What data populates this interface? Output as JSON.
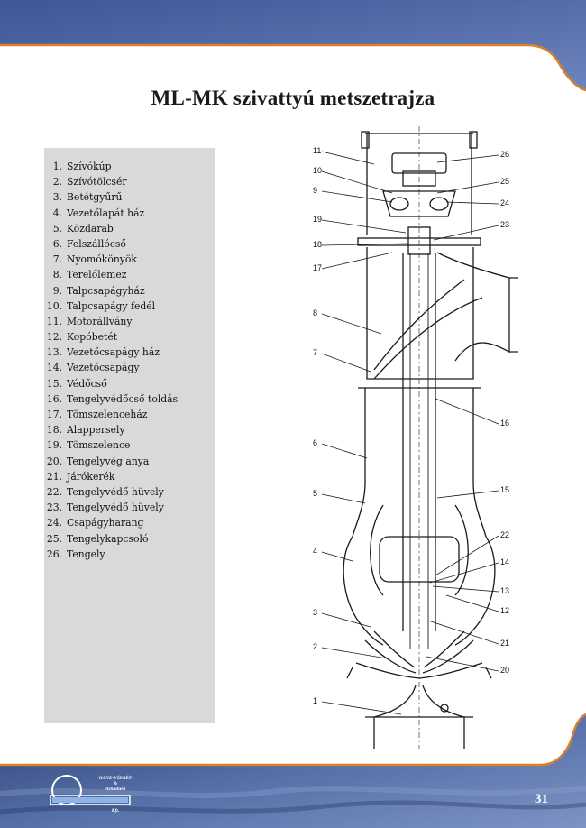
{
  "title": "ML-MK szivattyú metszetrajza",
  "parts": [
    {
      "num": "1.",
      "label": "Szívókúp"
    },
    {
      "num": "2.",
      "label": "Szívótölcsér"
    },
    {
      "num": "3.",
      "label": "Betétgyűrű"
    },
    {
      "num": "4.",
      "label": "Vezetőlapát ház"
    },
    {
      "num": "5.",
      "label": "Közdarab"
    },
    {
      "num": "6.",
      "label": "Felszállócső"
    },
    {
      "num": "7.",
      "label": "Nyomókönyök"
    },
    {
      "num": "8.",
      "label": "Terelőlemez"
    },
    {
      "num": "9.",
      "label": "Talpcsapágyház"
    },
    {
      "num": "10.",
      "label": "Talpcsapágy fedél"
    },
    {
      "num": "11.",
      "label": "Motorállvány"
    },
    {
      "num": "12.",
      "label": "Kopóbetét"
    },
    {
      "num": "13.",
      "label": "Vezetőcsapágy ház"
    },
    {
      "num": "14.",
      "label": "Vezetőcsapágy"
    },
    {
      "num": "15.",
      "label": "Védőcső"
    },
    {
      "num": "16.",
      "label": "Tengelyvédőcső toldás"
    },
    {
      "num": "17.",
      "label": "Tömszelenceház"
    },
    {
      "num": "18.",
      "label": "Alappersely"
    },
    {
      "num": "19.",
      "label": "Tömszelence"
    },
    {
      "num": "20.",
      "label": "Tengelyvég anya"
    },
    {
      "num": "21.",
      "label": "Járókerék"
    },
    {
      "num": "22.",
      "label": "Tengelyvédő hüvely"
    },
    {
      "num": "23.",
      "label": "Tengelyvédő hüvely"
    },
    {
      "num": "24.",
      "label": "Csapágyharang"
    },
    {
      "num": "25.",
      "label": "Tengelykapcsoló"
    },
    {
      "num": "26.",
      "label": "Tengely"
    }
  ],
  "diagram_callouts": {
    "left": [
      "11",
      "10",
      "9",
      "19",
      "18",
      "17",
      "8",
      "7",
      "6",
      "5",
      "4",
      "3",
      "2",
      "1"
    ],
    "right": [
      "26",
      "25",
      "24",
      "23",
      "16",
      "15",
      "22",
      "14",
      "13",
      "12",
      "21",
      "20"
    ]
  },
  "logo": {
    "line1": "GANZ-VÍZGÉP",
    "line2": "&",
    "line3": "Armatúra",
    "line4": "Kft."
  },
  "page_number": "31",
  "colors": {
    "band_blue": "#4f6aa8",
    "band_dark": "#33437a",
    "accent_orange": "#d8802a",
    "panel_gray": "#d9d9d9"
  }
}
